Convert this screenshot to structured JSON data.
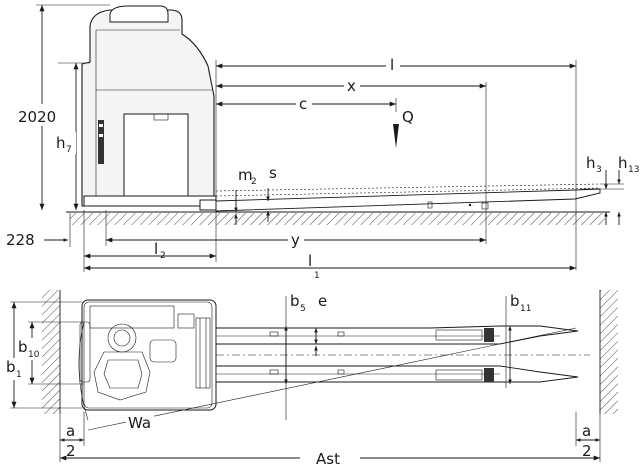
{
  "labels": {
    "h_top": "2020",
    "h7": "h",
    "h7_sub": "7",
    "m2": "m",
    "m2_sub": "2",
    "s": "s",
    "h3": "h",
    "h3_sub": "3",
    "h13": "h",
    "h13_sub": "13",
    "l": "l",
    "x": "x",
    "c": "c",
    "Q": "Q",
    "h_228": "228",
    "y": "y",
    "l2": "l",
    "l2_sub": "2",
    "l1": "l",
    "l1_sub": "1",
    "b5": "b",
    "b5_sub": "5",
    "e": "e",
    "b11": "b",
    "b11_sub": "11",
    "b10": "b",
    "b10_sub": "10",
    "b1": "b",
    "b1_sub": "1",
    "Wa": "Wa",
    "a_left": "a",
    "two_left": "2",
    "a_right": "a",
    "two_right": "2",
    "Ast": "Ast"
  }
}
